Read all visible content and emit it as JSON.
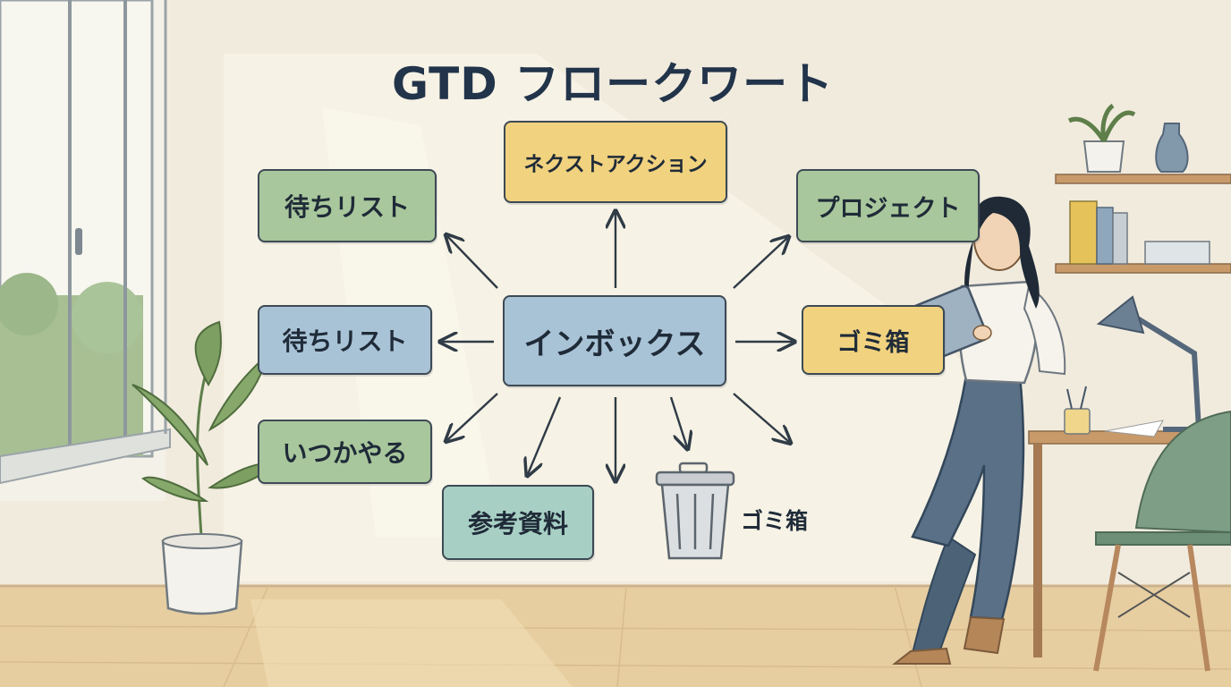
{
  "diagram": {
    "title": "GTD フロークワート",
    "center": {
      "label": "インボックス",
      "color": "#a9c3d6"
    },
    "nodes": {
      "next_action": {
        "label": "ネクストアクション",
        "color": "#f1d27f"
      },
      "project": {
        "label": "プロジェクト",
        "color": "#a9c79c"
      },
      "trash_box": {
        "label": "ゴミ箱",
        "color": "#f1d27f"
      },
      "waiting_top": {
        "label": "待ちリスト",
        "color": "#a9c79c"
      },
      "waiting_mid": {
        "label": "待ちリスト",
        "color": "#a9c3d6"
      },
      "someday": {
        "label": "いつかやる",
        "color": "#a9c79c"
      },
      "reference": {
        "label": "参考資料",
        "color": "#a8cfc4"
      }
    },
    "trash_label": "ゴミ箱"
  }
}
